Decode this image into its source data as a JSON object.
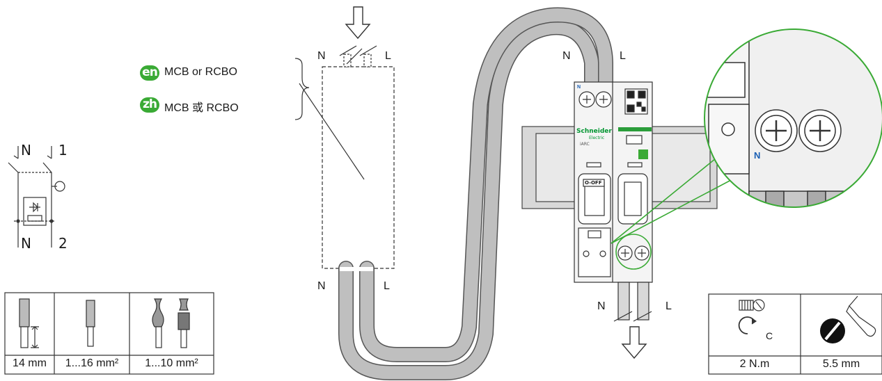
{
  "languages": [
    {
      "code": "en",
      "text": "MCB or RCBO"
    },
    {
      "code": "zh",
      "text": "MCB 或 RCBO"
    }
  ],
  "wiring": {
    "top_neutral": "N",
    "top_line": "L",
    "bottom_neutral": "N",
    "bottom_line": "L",
    "device_neutral": "N",
    "device_line": "L",
    "out_neutral": "N",
    "out_line": "L"
  },
  "schematic": {
    "top_neutral": "N",
    "top_line": "1",
    "bottom_neutral": "N",
    "bottom_line": "2"
  },
  "device": {
    "brand": "Schneider",
    "brand_sub": "Electric",
    "model": "iARC",
    "switch_label": "O-OFF",
    "terminal_marker": "N",
    "zoom_terminal_marker": "N"
  },
  "wire_specs": [
    {
      "value": "14 mm"
    },
    {
      "value": "1...16 mm²"
    },
    {
      "value": "1...10 mm²"
    }
  ],
  "tool_specs": [
    {
      "value": "2 N.m",
      "icon": "torque-screw-icon",
      "symbol": "C"
    },
    {
      "value": "5.5 mm",
      "icon": "flat-screwdriver-icon"
    }
  ],
  "colors": {
    "accent_green": "#3aaa35",
    "brand_green": "#009530"
  }
}
